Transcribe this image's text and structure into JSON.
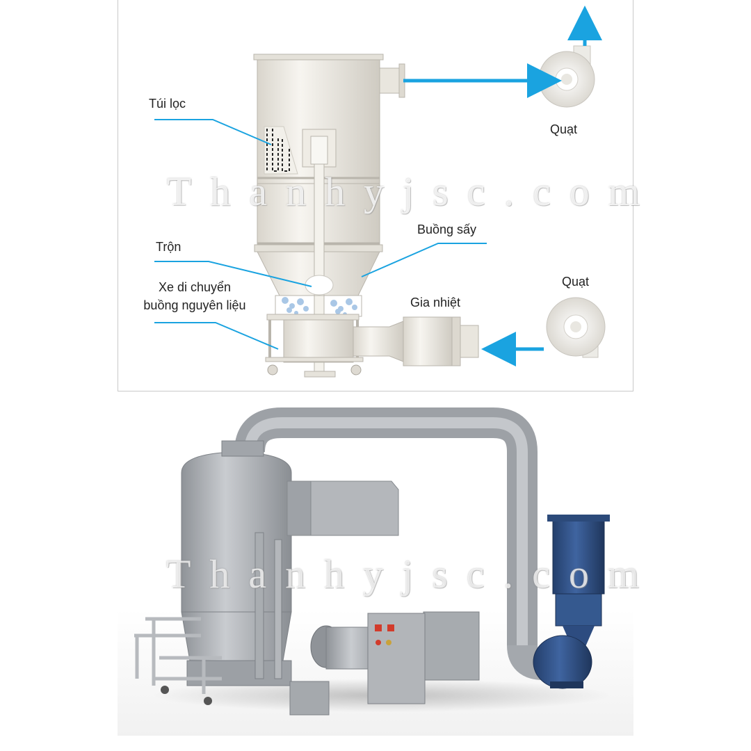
{
  "labels": {
    "filter_bag": "Túi lọc",
    "fan_top": "Quạt",
    "drying_chamber": "Buồng sấy",
    "mixing": "Trộn",
    "cart_line1": "Xe di chuyển",
    "cart_line2": "buồng nguyên liệu",
    "heater": "Gia nhiệt",
    "fan_bottom": "Quạt"
  },
  "watermark": "Thanhyjsc.com",
  "colors": {
    "arrow": "#1aa3e0",
    "vessel": "#ece9e1",
    "machine_grey": "#a9adb1",
    "blower_blue": "#2e4f82"
  }
}
